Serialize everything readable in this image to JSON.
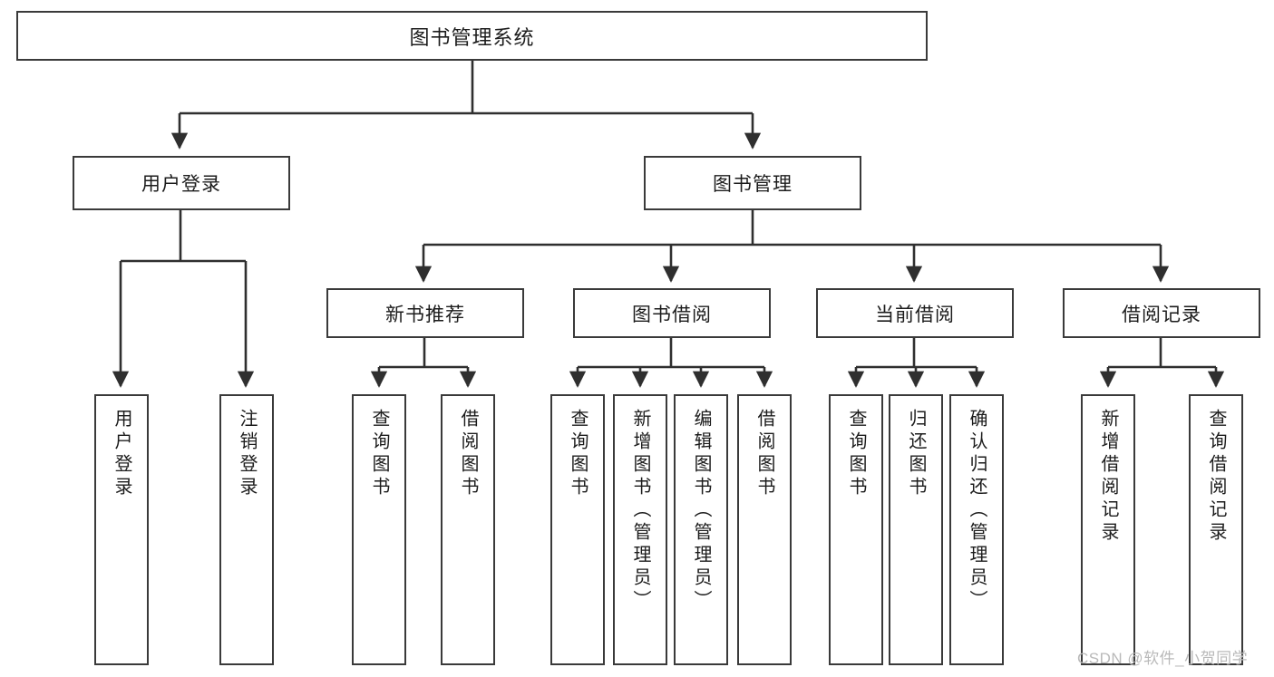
{
  "diagram": {
    "title": "图书管理系统",
    "root": {
      "label": "图书管理系统"
    },
    "level2": [
      {
        "label": "用户登录"
      },
      {
        "label": "图书管理"
      }
    ],
    "level3": [
      {
        "label": "新书推荐"
      },
      {
        "label": "图书借阅"
      },
      {
        "label": "当前借阅"
      },
      {
        "label": "借阅记录"
      }
    ],
    "leaves": {
      "user_login": [
        {
          "label": "用户登录"
        },
        {
          "label": "注销登录"
        }
      ],
      "new_book_recommend": [
        {
          "label": "查询图书"
        },
        {
          "label": "借阅图书"
        }
      ],
      "book_borrow": [
        {
          "label": "查询图书"
        },
        {
          "label": "新增图书（管理员）"
        },
        {
          "label": "编辑图书（管理员）"
        },
        {
          "label": "借阅图书"
        }
      ],
      "current_borrow": [
        {
          "label": "查询图书"
        },
        {
          "label": "归还图书"
        },
        {
          "label": "确认归还（管理员）"
        }
      ],
      "borrow_record": [
        {
          "label": "新增借阅记录"
        },
        {
          "label": "查询借阅记录"
        }
      ]
    }
  },
  "watermark": {
    "text": "CSDN @软件_小贺同学"
  },
  "colors": {
    "box_border": "#3a3a3a",
    "box_fill": "#ffffff",
    "text": "#1c1c1c",
    "connector": "#2f2f2f",
    "watermark": "#b9b9b9"
  }
}
